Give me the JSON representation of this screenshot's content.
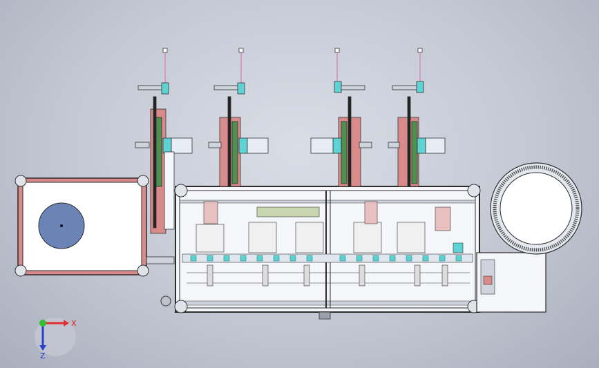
{
  "viewport": {
    "background_top": "#d9dde6",
    "background_bottom": "#a9afbd"
  },
  "colors": {
    "frame_line": "#2b2b2b",
    "panel_fill": "#ffffff",
    "accent_pink": "#d98b8b",
    "accent_cyan": "#5fd3d3",
    "accent_green": "#4f8f4f",
    "disc_fill": "#6b84b8",
    "cylinder_fill": "#e8ecf5"
  },
  "stations": [
    {
      "id": "station-1"
    },
    {
      "id": "station-2"
    },
    {
      "id": "station-3"
    },
    {
      "id": "station-4"
    }
  ],
  "triad": {
    "x_label": "X",
    "z_label": "Z",
    "x_color": "#e03030",
    "y_color": "#30c030",
    "z_color": "#2a3fd0"
  }
}
